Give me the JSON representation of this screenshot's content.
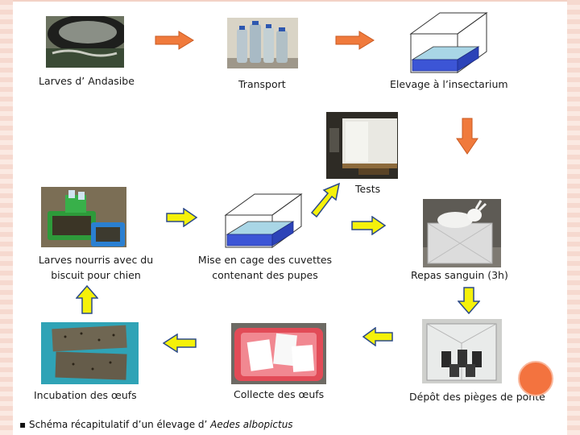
{
  "steps": {
    "larves_andasibe": "Larves d’ Andasibe",
    "transport": "Transport",
    "elevage": "Elevage  à l’insectarium",
    "tests": "Tests",
    "larves_nourris_1": "Larves nourris avec du",
    "larves_nourris_2": "biscuit pour chien",
    "mise_en_cage_1": "Mise en cage des cuvettes",
    "mise_en_cage_2": "contenant des pupes",
    "repas_sanguin": "Repas sanguin (3h)",
    "incubation": "Incubation des œufs",
    "collecte": "Collecte des œufs",
    "depot": "Dépôt des pièges de ponte"
  },
  "caption": {
    "bullet": "▪",
    "prefix": "Schéma récapitulatif d’un élevage d’ ",
    "species": "Aedes albopictus"
  },
  "colors": {
    "orange_arrow": "#f07a3c",
    "yellow_arrow": "#f5f10a",
    "arrow_outline": "#2c4a8a",
    "cuvette_blue": "#3c55d6",
    "accent_circle": "#f3733f",
    "slide_border": "#f6d9cf"
  }
}
